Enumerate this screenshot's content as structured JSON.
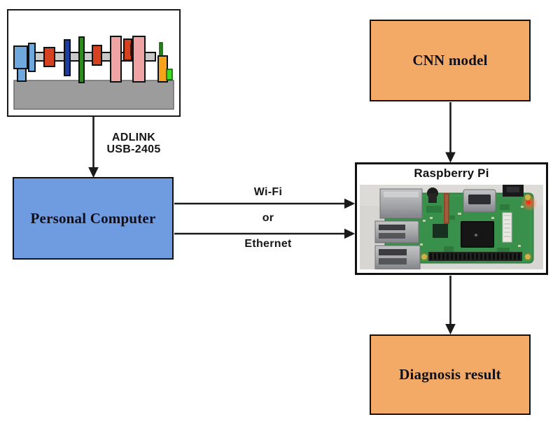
{
  "nodes": {
    "cnn_model": {
      "label": "CNN model"
    },
    "personal_computer": {
      "label": "Personal Computer"
    },
    "raspberry_pi": {
      "label": "Raspberry Pi"
    },
    "diagnosis_result": {
      "label": "Diagnosis result"
    }
  },
  "edges": {
    "rig_to_pc": {
      "label_line1": "ADLINK",
      "label_line2": "USB-2405"
    },
    "pc_to_rpi": {
      "label_top": "Wi-Fi",
      "label_mid": "or",
      "label_bottom": "Ethernet"
    }
  },
  "colors": {
    "node_blue": "#6f9be0",
    "node_orange": "#f3aa67",
    "outline_black": "#111111",
    "rig_base_gray": "#9c9c9c",
    "rig_shaft_gray": "#c9c9c9",
    "rig_motor_blue": "#6fa8dc",
    "rig_bearing_red": "#d6411f",
    "rig_disc_navy": "#1c3ea0",
    "rig_disc_green": "#2f8a1f",
    "rig_disc_pink": "#efa3a3",
    "rig_sensor_orange": "#f6a21a",
    "rig_sensor_bright_green": "#3ddd1f",
    "pcb_green": "#38904a",
    "photo_bg_gray": "#d8d6d2",
    "led_red": "#ff2a1a"
  }
}
